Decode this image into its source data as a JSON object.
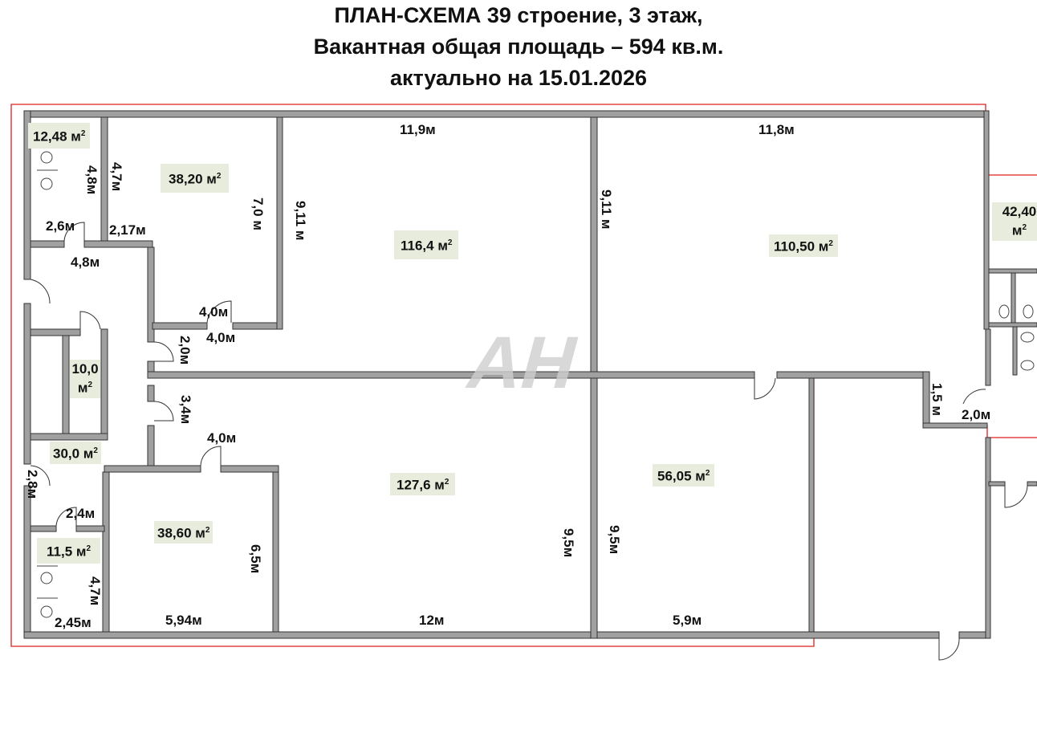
{
  "title": {
    "line1": "ПЛАН-СХЕМА 39 строение, 3 этаж,",
    "line2": "Вакантная общая площадь  – 594 кв.м.",
    "line3": "актуально на 15.01.2026"
  },
  "watermark": "AH",
  "area_unit_sup": "2",
  "rooms": [
    {
      "area": "12,48 м"
    },
    {
      "area": "38,20 м"
    },
    {
      "area": "116,4 м"
    },
    {
      "area": "110,50 м"
    },
    {
      "area": "42,40 м"
    },
    {
      "area": "10,0 м"
    },
    {
      "area": "30,0 м"
    },
    {
      "area": "11,5 м"
    },
    {
      "area": "38,60 м"
    },
    {
      "area": "127,6 м"
    },
    {
      "area": "56,05 м"
    }
  ],
  "dimensions": [
    "11,9м",
    "11,8м",
    "4,8м",
    "4,7м",
    "7,0 м",
    "9,11 м",
    "9,11 м",
    "2,6м",
    "2,17м",
    "4,8м",
    "4,0м",
    "4,0м",
    "2,0м",
    "3,4м",
    "4,0м",
    "2,8м",
    "2,4м",
    "6,5м",
    "4,7м",
    "2,45м",
    "5,94м",
    "12м",
    "9,5м",
    "9,5м",
    "5,9м",
    "1,5 м",
    "2,0м"
  ]
}
